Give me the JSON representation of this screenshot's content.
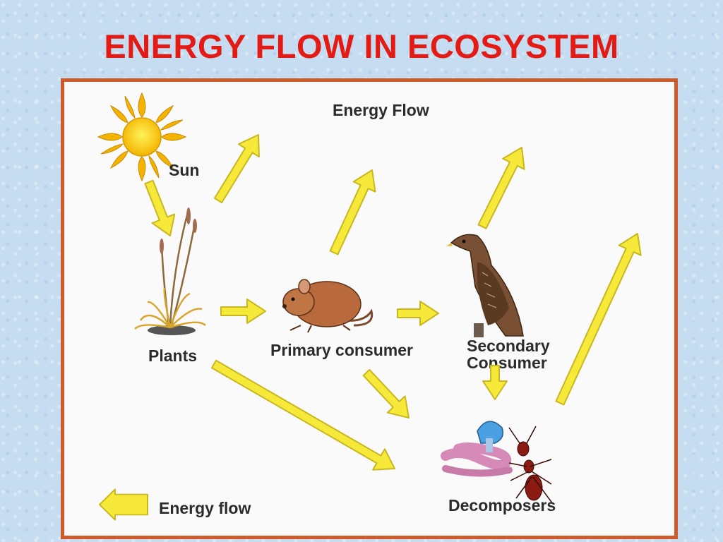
{
  "page": {
    "title": "ENERGY FLOW IN ECOSYSTEM"
  },
  "diagram": {
    "heading": "Energy Flow",
    "nodes": {
      "sun": "Sun",
      "plants": "Plants",
      "primary": "Primary consumer",
      "secondary_line1": "Secondary",
      "secondary_line2": "Consumer",
      "decomposers": "Decomposers"
    },
    "legend": {
      "label": "Energy flow"
    },
    "colors": {
      "title": "#e31b14",
      "frame_border": "#cf5a2a",
      "arrow_fill": "#f6e93a",
      "arrow_stroke": "#c9b71f",
      "label": "#2b2b2b"
    },
    "arrows": [
      {
        "name": "arrow-sun-to-plants",
        "from": "Sun",
        "to": "Plants"
      },
      {
        "name": "arrow-sun-heat-loss",
        "from": "Sun",
        "to": "environment"
      },
      {
        "name": "arrow-plants-to-primary",
        "from": "Plants",
        "to": "Primary consumer"
      },
      {
        "name": "arrow-primary-heat-loss",
        "from": "Primary consumer",
        "to": "environment"
      },
      {
        "name": "arrow-primary-to-secondary",
        "from": "Primary consumer",
        "to": "Secondary Consumer"
      },
      {
        "name": "arrow-secondary-heat-loss",
        "from": "Secondary Consumer",
        "to": "environment"
      },
      {
        "name": "arrow-plants-to-decomposers",
        "from": "Plants",
        "to": "Decomposers"
      },
      {
        "name": "arrow-primary-to-decomposers",
        "from": "Primary consumer",
        "to": "Decomposers"
      },
      {
        "name": "arrow-secondary-to-decomposers",
        "from": "Secondary Consumer",
        "to": "Decomposers"
      },
      {
        "name": "arrow-decomposers-heat-loss",
        "from": "Decomposers",
        "to": "environment"
      }
    ]
  }
}
